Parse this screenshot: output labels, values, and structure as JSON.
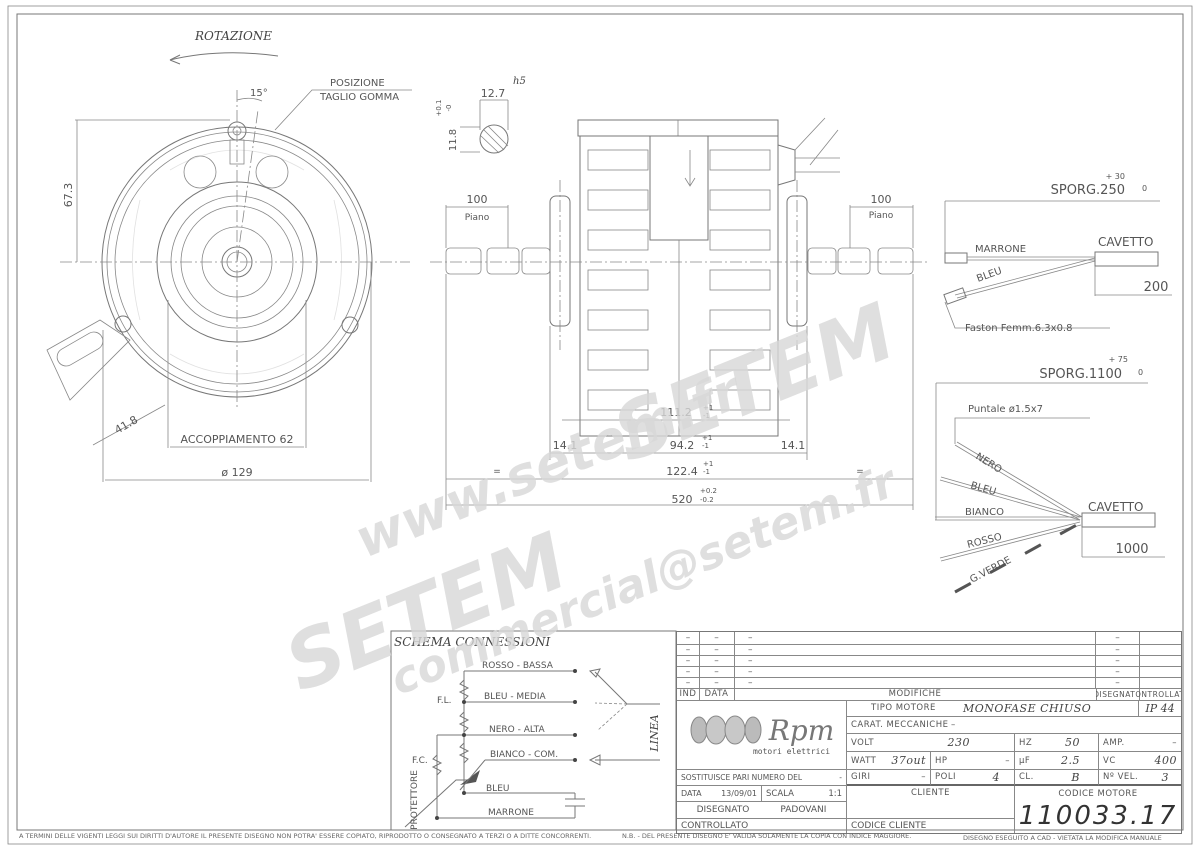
{
  "front_view": {
    "rotation_label": "ROTAZIONE",
    "angle": "15°",
    "cut_position_label": [
      "POSIZIONE",
      "TAGLIO GOMMA"
    ],
    "height_dim": "67.3",
    "bracket_dim": "41.8",
    "coupling_dim": "ACCOPPIAMENTO 62",
    "diameter_dim": "ø 129"
  },
  "shaft_section": {
    "tolerance_class": "h5",
    "width_dim": "12.7",
    "flat_dim": "11.8",
    "flat_tol_plus": "+0.1",
    "flat_tol_minus": "-0"
  },
  "side_view": {
    "left_shaft_len": "100",
    "left_shaft_label": "Piano",
    "right_shaft_len": "100",
    "right_shaft_label": "Piano",
    "dims": {
      "d1": "111.2",
      "d1_tol_plus": "+1",
      "d1_tol_minus": "-1",
      "d2_left": "14.1",
      "d2": "94.2",
      "d2_tol_plus": "+1",
      "d2_tol_minus": "-1",
      "d2_right": "14.1",
      "d3": "122.4",
      "d3_tol_plus": "+1",
      "d3_tol_minus": "-1",
      "d4": "520",
      "d4_tol_plus": "+0.2",
      "d4_tol_minus": "-0.2",
      "equal": "="
    }
  },
  "cable_1": {
    "protrusion": "SPORG.250",
    "tol_plus": "+ 30",
    "tol_minus": "0",
    "wires": [
      "MARRONE",
      "BLEU"
    ],
    "cable_label": "CAVETTO",
    "cable_len": "200",
    "connector": "Faston Femm.6.3x0.8"
  },
  "cable_2": {
    "protrusion": "SPORG.1100",
    "tol_plus": "+ 75",
    "tol_minus": "0",
    "terminal": "Puntale ø1.5x7",
    "wires": [
      "NERO",
      "BLEU",
      "BIANCO",
      "ROSSO",
      "G.VERDE"
    ],
    "cable_label": "CAVETTO",
    "cable_len": "1000"
  },
  "schema": {
    "title": "SCHEMA CONNESSIONI",
    "lines": [
      "ROSSO - BASSA",
      "BLEU - MEDIA",
      "NERO - ALTA",
      "BIANCO - COM.",
      "BLEU",
      "MARRONE"
    ],
    "fl": "F.L.",
    "fc": "F.C.",
    "protector": "PROTETTORE",
    "line": "LINEA"
  },
  "watermark": {
    "url": "www.setem.fr",
    "brand": "SETEM",
    "brand2": "SETEM",
    "email": "commercial@setem.fr"
  },
  "title_block": {
    "revisions": [
      {
        "ind": "–",
        "data": "–",
        "mod": "–",
        "dis": "–",
        "con": ""
      },
      {
        "ind": "–",
        "data": "–",
        "mod": "–",
        "dis": "–",
        "con": ""
      },
      {
        "ind": "–",
        "data": "–",
        "mod": "–",
        "dis": "–",
        "con": ""
      },
      {
        "ind": "–",
        "data": "–",
        "mod": "–",
        "dis": "–",
        "con": ""
      },
      {
        "ind": "–",
        "data": "–",
        "mod": "–",
        "dis": "–",
        "con": ""
      }
    ],
    "headers": {
      "ind": "IND",
      "data": "DATA",
      "mod": "MODIFICHE",
      "dis": "DISEGNATO",
      "con": "CONTROLLATO"
    },
    "logo": {
      "brand": "Rpm",
      "subtitle": "motori elettrici"
    },
    "tipo_motore_label": "TIPO MOTORE",
    "tipo_motore": "MONOFASE CHIUSO",
    "ip": "IP 44",
    "carat_label": "CARAT. MECCANICHE",
    "carat_value": "–",
    "volt_label": "VOLT",
    "volt": "230",
    "hz_label": "HZ",
    "hz": "50",
    "amp_label": "AMP.",
    "amp": "–",
    "watt_label": "WATT",
    "watt": "37out",
    "hp_label": "HP",
    "hp": "–",
    "uf_label": "μF",
    "uf": "2.5",
    "vc_label": "VC",
    "vc": "400",
    "sostituisce_label": "SOSTITUISCE PARI NUMERO DEL",
    "sostituisce": "-",
    "giri_label": "GIRI",
    "giri": "–",
    "poli_label": "POLI",
    "poli": "4",
    "cl_label": "CL.",
    "cl": "B",
    "nvel_label": "Nº VEL.",
    "nvel": "3",
    "data_label": "DATA",
    "data": "13/09/01",
    "scala_label": "SCALA",
    "scala": "1:1",
    "cliente_label": "CLIENTE",
    "codice_motore_label": "CODICE MOTORE",
    "codice_motore": "110033.17",
    "disegnato_label": "DISEGNATO",
    "disegnato": "PADOVANI",
    "controllato_label": "CONTROLLATO",
    "codice_cliente_label": "CODICE CLIENTE"
  },
  "footer": {
    "copyright": "A TERMINI DELLE VIGENTI LEGGI SUI DIRITTI D'AUTORE IL PRESENTE DISEGNO NON POTRA' ESSERE COPIATO, RIPRODOTTO O CONSEGNATO A TERZI O A DITTE CONCORRENTI.",
    "nb": "N.B. - DEL PRESENTE DISEGNO E' VALIDA SOLAMENTE LA COPIA CON INDICE MAGGIORE.",
    "cad": "DISEGNO ESEGUITO A CAD - VIETATA LA MODIFICA MANUALE"
  }
}
